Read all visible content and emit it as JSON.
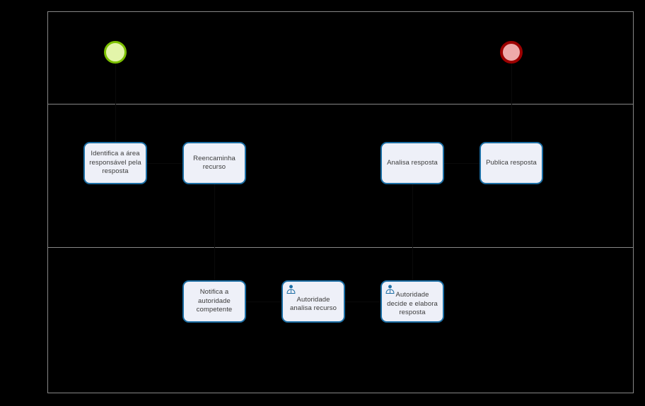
{
  "diagram": {
    "type": "bpmn-process",
    "title": "",
    "background_color": "#000000",
    "pool": {
      "border_color": "#878787",
      "lane_count": 3
    }
  },
  "events": [
    {
      "id": "start-event",
      "name": "start-event",
      "label": "",
      "fill": "#e3f5aa",
      "stroke": "#7cc000"
    },
    {
      "id": "end-event",
      "name": "end-event",
      "label": "",
      "fill": "#eeaaaa",
      "stroke": "#9c0000"
    }
  ],
  "lanes": [
    {
      "id": "lane-1",
      "label": "",
      "tasks": []
    },
    {
      "id": "lane-2",
      "label": "",
      "tasks": [
        {
          "id": "task-identifica-area",
          "label": "Identifica a área\nresponsável pela\nresposta",
          "icon": ""
        },
        {
          "id": "task-reencaminha-recurso",
          "label": "Reencaminha\nrecurso",
          "icon": ""
        },
        {
          "id": "task-analisa-resposta",
          "label": "Analisa resposta",
          "icon": ""
        },
        {
          "id": "task-publica-resposta",
          "label": "Publica resposta",
          "icon": ""
        }
      ]
    },
    {
      "id": "lane-3",
      "label": "",
      "tasks": [
        {
          "id": "task-notifica-autoridade",
          "label": "Notifica a\nautoridade\ncompetente",
          "icon": ""
        },
        {
          "id": "task-autoridade-analisa",
          "label": "Autoridade\nanalisa recurso",
          "icon": "user-task-icon"
        },
        {
          "id": "task-autoridade-decide",
          "label": "Autoridade\ndecide e elabora\nresposta",
          "icon": "user-task-icon"
        }
      ]
    }
  ],
  "colors": {
    "task_fill": "#eef0f8",
    "task_stroke": "#1c6ea4",
    "task_text": "#3b3b3b",
    "lane_stroke": "#878787",
    "flow_stroke": "#0a0a0a"
  }
}
